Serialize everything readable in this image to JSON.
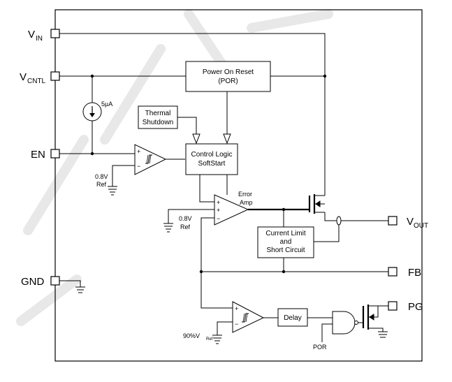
{
  "pins": {
    "vin": {
      "main": "V",
      "sub": "IN"
    },
    "vcntl": {
      "main": "V",
      "sub": "CNTL"
    },
    "en": {
      "main": "EN"
    },
    "gnd": {
      "main": "GND"
    },
    "vout": {
      "main": "V",
      "sub": "OUT"
    },
    "fb": {
      "main": "FB"
    },
    "pg": {
      "main": "PG"
    }
  },
  "blocks": {
    "por": {
      "line1": "Power On Reset",
      "line2": "(POR)"
    },
    "thermal": {
      "line1": "Thermal",
      "line2": "Shutdown"
    },
    "control": {
      "line1": "Control Logic",
      "line2": "SoftStart"
    },
    "current_limit": {
      "line1": "Current Limit",
      "line2": "and",
      "line3": "Short Circuit"
    },
    "delay": {
      "line1": "Delay"
    }
  },
  "labels": {
    "current_source": "5µA",
    "error_amp_1": "Error",
    "error_amp_2": "Amp",
    "ref_en_value": "0.8V",
    "ref_en_name": "Ref",
    "ref_ea_value": "0.8V",
    "ref_ea_name": "Ref",
    "ref_pg_main": "90%V",
    "ref_pg_sub": "Ref",
    "por_input": "POR",
    "plus": "+",
    "minus": "−"
  },
  "colors": {
    "line": "#000000",
    "watermark": "#e6e6e6"
  }
}
